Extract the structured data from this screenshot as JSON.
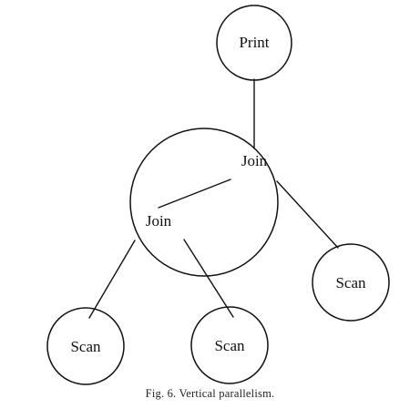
{
  "diagram": {
    "nodes": {
      "print": "Print",
      "join_top": "Join",
      "join_inner": "Join",
      "scan_right": "Scan",
      "scan_left": "Scan",
      "scan_middle": "Scan"
    }
  },
  "caption": "Fig. 6.  Vertical parallelism."
}
